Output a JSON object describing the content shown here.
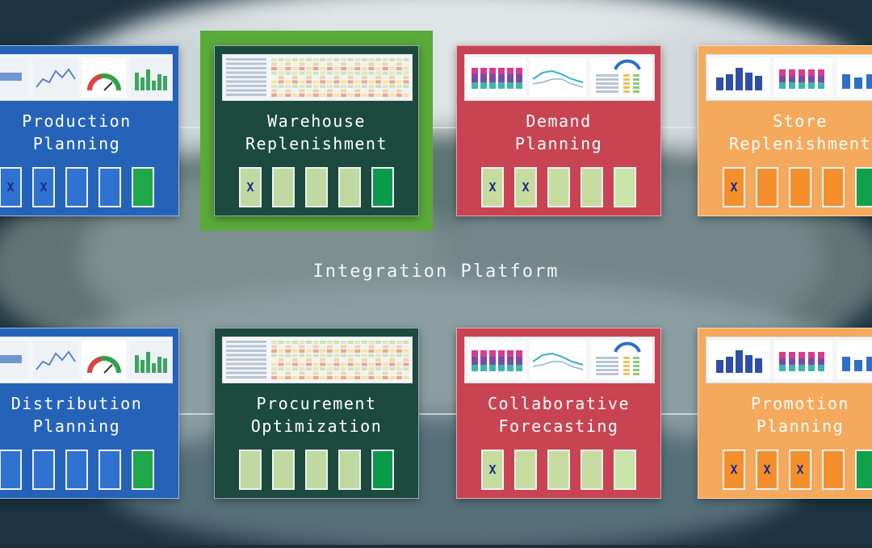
{
  "platform": {
    "label": "Integration Platform"
  },
  "colors": {
    "blue_card": "#2563b8",
    "blue_box": "#2f72d0",
    "blue_end": "#1fa84a",
    "green_card": "#1c4a3f",
    "green_box": "#bfd9a0",
    "green_end": "#0a9a4a",
    "red_card": "#c84452",
    "red_box": "#c6dc9f",
    "red_end": "#c9e5a8",
    "orange_card": "#f5a95c",
    "orange_box": "#f58f2c",
    "orange_end": "#12a14a",
    "highlight": "#5aaa3a"
  },
  "top_row": [
    {
      "line1": "Production",
      "line2": "Planning",
      "theme": "blue",
      "dashboard": "gauge",
      "marks": [
        "X",
        "X",
        "",
        "",
        ""
      ]
    },
    {
      "line1": "Warehouse",
      "line2": "Replenishment",
      "theme": "green",
      "dashboard": "table",
      "highlighted": true,
      "marks": [
        "X",
        "",
        "",
        "",
        ""
      ]
    },
    {
      "line1": "Demand",
      "line2": "Planning",
      "theme": "red",
      "dashboard": "stacked",
      "marks": [
        "X",
        "X",
        "",
        "",
        ""
      ]
    },
    {
      "line1": "Store",
      "line2": "Replenishment",
      "theme": "orange",
      "dashboard": "bars",
      "marks": [
        "X",
        "",
        "",
        "",
        ""
      ]
    }
  ],
  "bottom_row": [
    {
      "line1": "Distribution",
      "line2": "Planning",
      "theme": "blue",
      "dashboard": "gauge",
      "marks": [
        "",
        "",
        "",
        "",
        ""
      ]
    },
    {
      "line1": "Procurement",
      "line2": "Optimization",
      "theme": "green",
      "dashboard": "table",
      "marks": [
        "",
        "",
        "",
        "",
        ""
      ]
    },
    {
      "line1": "Collaborative",
      "line2": "Forecasting",
      "theme": "red",
      "dashboard": "stacked",
      "marks": [
        "X",
        "",
        "",
        "",
        ""
      ]
    },
    {
      "line1": "Promotion",
      "line2": "Planning",
      "theme": "orange",
      "dashboard": "bars",
      "marks": [
        "X",
        "X",
        "X",
        "",
        ""
      ]
    }
  ]
}
